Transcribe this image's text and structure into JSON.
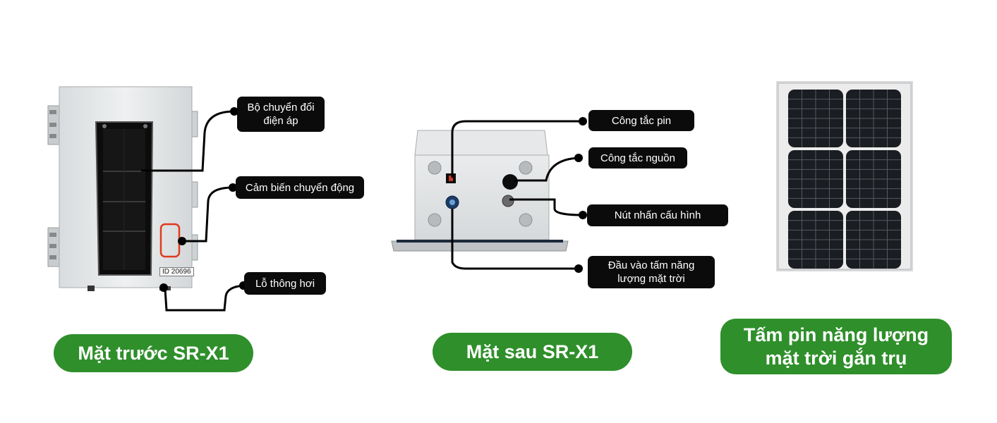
{
  "front": {
    "caption": "Mặt trước SR-X1",
    "device_id": "ID 20696",
    "callouts": {
      "voltage_converter": "Bộ chuyển đổi\nđiện áp",
      "motion_sensor": "Cảm biến chuyển động",
      "vent_hole": "Lỗ thông hơi"
    }
  },
  "back": {
    "caption": "Mặt sau SR-X1",
    "callouts": {
      "battery_switch": "Công tắc pin",
      "power_switch": "Công tắc nguồn",
      "config_button": "Nút nhấn cấu hình",
      "solar_input": "Đầu vào tấm năng\nlượng mặt trời"
    }
  },
  "solar": {
    "caption": "Tấm pin năng lượng\nmặt trời gắn trụ"
  },
  "colors": {
    "accent_green": "#2f8f2b",
    "callout_bg": "#0b0b0b",
    "motion_sensor_outline": "#e03a1e"
  },
  "icons": {
    "device_front": "enclosure-front-image",
    "device_back": "enclosure-back-image",
    "solar_panel": "solar-panel-image"
  }
}
